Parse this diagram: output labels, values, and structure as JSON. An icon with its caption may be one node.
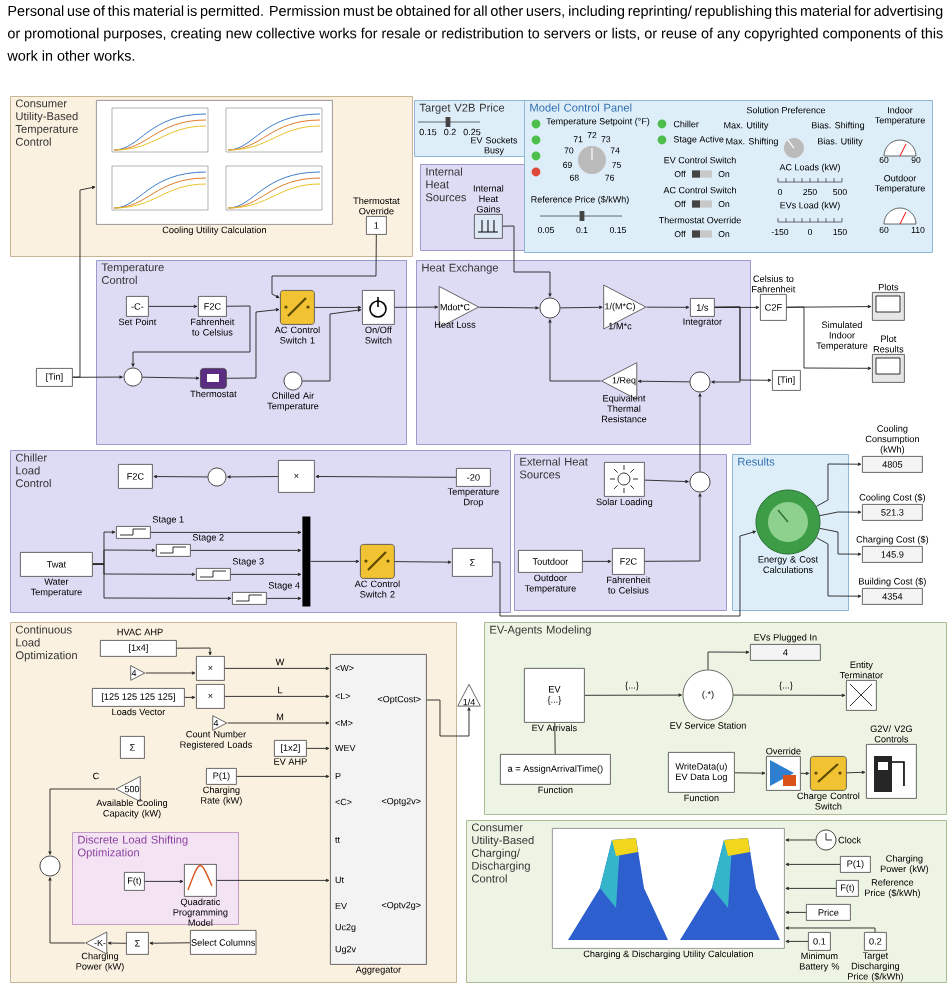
{
  "diagram": {
    "nodes": [
      {
        "text": [
          "Consumer Utility-Based Temperature Control"
        ]
      },
      {
        "text": [],
        "shape": "picture",
        "in": 0,
        "beside": [
          "Cooling Utility Calculation"
        ]
      },
      {
        "text": [
          "1"
        ],
        "in": 0,
        "beside": [
          "Thermostat Override"
        ]
      },
      {
        "text": [
          "Temperature Control"
        ]
      },
      {
        "text": [
          "-C-"
        ],
        "in": 3,
        "beside": [
          "Set Point"
        ]
      },
      {
        "text": [
          "F2C"
        ],
        "in": 3,
        "beside": [
          "Fahrenheit to Celsius"
        ]
      },
      {
        "text": [],
        "shape": "circle",
        "in": 3
      },
      {
        "text": [],
        "shape": "box",
        "in": 3,
        "beside": [
          "Thermostat"
        ]
      },
      {
        "text": [],
        "shape": "box",
        "in": 3,
        "beside": [
          "AC Control Switch 1"
        ]
      },
      {
        "text": [],
        "shape": "circle",
        "in": 3,
        "beside": [
          "Chilled Air Temperature"
        ]
      },
      {
        "text": [],
        "shape": "box",
        "in": 3,
        "beside": [
          "On/Off Switch"
        ]
      },
      {
        "text": [
          "[Tin]"
        ]
      },
      {
        "text": [
          "Internal Heat Sources"
        ]
      },
      {
        "text": [],
        "shape": "box",
        "in": 12,
        "beside": [
          "Internal Heat Gains"
        ]
      },
      {
        "text": [
          "Model Control Panel"
        ]
      },
      {
        "text": [
          "Heat Exchange"
        ]
      },
      {
        "text": [
          "Mdot*C"
        ],
        "in": 15,
        "beside": [
          "Heat Loss"
        ]
      },
      {
        "text": [],
        "shape": "circle",
        "in": 15
      },
      {
        "text": [
          "1/(M*C)"
        ],
        "in": 15,
        "beside": [
          "1/M*c"
        ]
      },
      {
        "text": [
          "1/s"
        ],
        "in": 15,
        "beside": [
          "Integrator"
        ]
      },
      {
        "text": [
          "1/Req"
        ],
        "in": 15,
        "beside": [
          "Equivalent Thermal Resistance"
        ]
      },
      {
        "text": [],
        "shape": "circle",
        "in": 15
      },
      {
        "text": [
          "C2F"
        ],
        "beside": [
          "Celsius to Fahrenheit"
        ]
      },
      {
        "text": [
          "[Tin]"
        ]
      },
      {
        "text": [],
        "shape": "box",
        "beside": [
          "Plots"
        ]
      },
      {
        "text": [],
        "shape": "box",
        "beside": [
          "Plot Results"
        ]
      },
      {
        "text": [
          "4805"
        ],
        "beside": [
          "Cooling Consumption (kWh)"
        ]
      },
      {
        "text": [
          "Chiller Load Control"
        ]
      },
      {
        "text": [
          "F2C"
        ],
        "in": 27
      },
      {
        "text": [],
        "shape": "circle",
        "in": 27
      },
      {
        "text": [
          "×"
        ],
        "in": 27
      },
      {
        "text": [
          "-20"
        ],
        "in": 27,
        "beside": [
          "Temperature Drop"
        ]
      },
      {
        "text": [
          "Twat"
        ],
        "in": 27,
        "beside": [
          "Water Temperature"
        ]
      },
      {
        "text": [],
        "shape": "box",
        "in": 27,
        "beside": [
          "Stage 1"
        ]
      },
      {
        "text": [],
        "shape": "box",
        "in": 27,
        "beside": [
          "Stage 2"
        ]
      },
      {
        "text": [],
        "shape": "box",
        "in": 27,
        "beside": [
          "Stage 3"
        ]
      },
      {
        "text": [],
        "shape": "box",
        "in": 27,
        "beside": [
          "Stage 4"
        ]
      },
      {
        "text": [],
        "shape": "bar",
        "in": 27
      },
      {
        "text": [],
        "shape": "box",
        "in": 27,
        "beside": [
          "AC Control Switch 2"
        ]
      },
      {
        "text": [
          "Σ"
        ],
        "in": 27
      },
      {
        "text": [
          "External Heat Sources"
        ]
      },
      {
        "text": [],
        "shape": "box",
        "in": 40,
        "beside": [
          "Solar Loading"
        ]
      },
      {
        "text": [
          "Toutdoor"
        ],
        "in": 40,
        "beside": [
          "Outdoor Temperature"
        ]
      },
      {
        "text": [
          "F2C"
        ],
        "in": 40,
        "beside": [
          "Fahrenheit to Celsius"
        ]
      },
      {
        "text": [],
        "shape": "circle",
        "in": 40
      },
      {
        "text": [
          "Results"
        ]
      },
      {
        "text": [],
        "shape": "circle",
        "in": 45,
        "beside": [
          "Energy & Cost Calculations"
        ]
      },
      {
        "text": [
          "521.3"
        ],
        "beside": [
          "Cooling Cost ($)"
        ]
      },
      {
        "text": [
          "145.9"
        ],
        "beside": [
          "Charging Cost ($)"
        ]
      },
      {
        "text": [
          "4354"
        ],
        "beside": [
          "Building Cost ($)"
        ]
      },
      {
        "text": [
          "Continuous Load Optimization"
        ]
      },
      {
        "text": [
          "[1x4]"
        ],
        "in": 50
      },
      {
        "text": [
          "4"
        ],
        "in": 50
      },
      {
        "text": [
          "×"
        ],
        "in": 50
      },
      {
        "text": [
          "×"
        ],
        "in": 50
      },
      {
        "text": [
          "[125 125 125 125]"
        ],
        "in": 50,
        "beside": [
          "Loads Vector"
        ]
      },
      {
        "text": [
          "4"
        ],
        "in": 50,
        "beside": [
          "Count Number Registered Loads"
        ]
      },
      {
        "text": [
          "[1x2]"
        ],
        "in": 50,
        "beside": [
          "EV AHP"
        ]
      },
      {
        "text": [
          "P(1)"
        ],
        "in": 50,
        "beside": [
          "Charging Rate (kW)"
        ]
      },
      {
        "text": [
          "Σ"
        ],
        "in": 50
      },
      {
        "text": [
          "500"
        ],
        "in": 50,
        "beside": [
          "Available Cooling Capacity (kW)"
        ]
      },
      {
        "text": [],
        "shape": "circle",
        "in": 50
      },
      {
        "text": [
          "Discrete Load Shifting Optimization"
        ],
        "in": 50
      },
      {
        "text": [],
        "shape": "box",
        "in": 62,
        "beside": [
          "Quadratic Programming Model"
        ]
      },
      {
        "text": [
          "F(t)"
        ],
        "in": 62
      },
      {
        "text": [
          "-K-"
        ],
        "in": 50,
        "beside": [
          "Charging Power (kW)"
        ]
      },
      {
        "text": [
          "Σ"
        ],
        "in": 50
      },
      {
        "text": [
          "Select Columns"
        ],
        "in": 50
      },
      {
        "text": [
          "<W>",
          "<L>",
          "<M>",
          "WEV",
          "P",
          "<C>",
          "tt",
          "Ut",
          "EV",
          "Uc2g",
          "Ug2v",
          "<OptCost>",
          "<Optg2v>",
          "<Optv2g>"
        ],
        "in": 50,
        "beside": [
          "Aggregator"
        ]
      },
      {
        "text": [
          "1/4"
        ]
      },
      {
        "text": [
          "EV-Agents Modeling"
        ]
      },
      {
        "text": [
          "EV",
          "{...}"
        ],
        "in": 70,
        "beside": [
          "EV Arrivals"
        ]
      },
      {
        "text": [
          "a = AssignArrivalTime()"
        ],
        "in": 70,
        "beside": [
          "Function"
        ]
      },
      {
        "text": [
          "(.*)"
        ],
        "in": 70,
        "beside": [
          "EV Service Station"
        ]
      },
      {
        "text": [
          "4"
        ],
        "in": 70,
        "beside": [
          "EVs Plugged In"
        ]
      },
      {
        "text": [],
        "shape": "box",
        "in": 70,
        "beside": [
          "Entity Terminator"
        ]
      },
      {
        "text": [
          "WriteData(u)",
          "EV Data Log"
        ],
        "in": 70,
        "beside": [
          "Function"
        ]
      },
      {
        "text": [],
        "shape": "box",
        "in": 70,
        "beside": [
          "Override"
        ]
      },
      {
        "text": [],
        "shape": "box",
        "in": 70,
        "beside": [
          "Charge Control Switch"
        ]
      },
      {
        "text": [],
        "shape": "box",
        "in": 70,
        "beside": [
          "G2V/ V2G Controls"
        ]
      },
      {
        "text": [
          "Consumer Utility-Based Charging/ Discharging Control"
        ]
      },
      {
        "text": [],
        "shape": "picture",
        "in": 80,
        "beside": [
          "Charging & Discharging Utility Calculation"
        ]
      },
      {
        "text": [],
        "shape": "circle",
        "in": 80,
        "beside": [
          "Clock"
        ]
      },
      {
        "text": [
          "P(1)"
        ],
        "in": 80,
        "beside": [
          "Charging Power (kW)"
        ]
      },
      {
        "text": [
          "F(t)"
        ],
        "in": 80,
        "beside": [
          "Reference Price ($/kWh)"
        ]
      },
      {
        "text": [
          "Price"
        ],
        "in": 80
      },
      {
        "text": [
          "0.1"
        ],
        "in": 80,
        "beside": [
          "Minimum Battery %"
        ]
      },
      {
        "text": [
          "0.2"
        ],
        "in": 80,
        "beside": [
          "Target Discharging Price ($/kWh)"
        ]
      },
      {
        "text": [
          "Target V2B Price"
        ]
      }
    ],
    "edges": [
      {
        "from": 11,
        "to": 1,
        "arrow": "to"
      },
      {
        "from": 11,
        "to": 6,
        "arrow": "to"
      },
      {
        "from": 4,
        "to": 5,
        "arrow": "to"
      },
      {
        "from": 5,
        "to": 6,
        "arrow": "to"
      },
      {
        "from": 6,
        "to": 7,
        "arrow": "to"
      },
      {
        "from": 7,
        "to": 8,
        "arrow": "to"
      },
      {
        "from": 2,
        "to": 8,
        "arrow": "to"
      },
      {
        "from": 8,
        "to": 10,
        "arrow": "to"
      },
      {
        "from": 9,
        "to": 10,
        "arrow": "to"
      },
      {
        "from": 10,
        "to": 16,
        "arrow": "to"
      },
      {
        "from": 16,
        "to": 17,
        "arrow": "to"
      },
      {
        "from": 13,
        "to": 17,
        "arrow": "to"
      },
      {
        "from": 17,
        "to": 18,
        "arrow": "to"
      },
      {
        "from": 18,
        "to": 19,
        "arrow": "to"
      },
      {
        "from": 19,
        "to": 22,
        "arrow": "to"
      },
      {
        "from": 19,
        "to": 23,
        "arrow": "to"
      },
      {
        "from": 19,
        "to": 21,
        "arrow": "to"
      },
      {
        "from": 21,
        "to": 20,
        "arrow": "to"
      },
      {
        "from": 20,
        "to": 17,
        "arrow": "to"
      },
      {
        "from": 22,
        "to": 24,
        "arrow": "to"
      },
      {
        "from": 22,
        "to": 25,
        "arrow": "to"
      },
      {
        "from": 44,
        "to": 21,
        "arrow": "to"
      },
      {
        "from": 41,
        "to": 44,
        "arrow": "to"
      },
      {
        "from": 42,
        "to": 43,
        "arrow": "to"
      },
      {
        "from": 43,
        "to": 44,
        "arrow": "to"
      },
      {
        "from": 31,
        "to": 30,
        "arrow": "to"
      },
      {
        "from": 30,
        "to": 29,
        "arrow": "to"
      },
      {
        "from": 29,
        "to": 28,
        "arrow": "to"
      },
      {
        "from": 32,
        "to": 33,
        "arrow": "to"
      },
      {
        "from": 32,
        "to": 34,
        "arrow": "to"
      },
      {
        "from": 32,
        "to": 35,
        "arrow": "to"
      },
      {
        "from": 32,
        "to": 36,
        "arrow": "to"
      },
      {
        "from": 33,
        "to": 37,
        "arrow": "to"
      },
      {
        "from": 34,
        "to": 37,
        "arrow": "to"
      },
      {
        "from": 35,
        "to": 37,
        "arrow": "to"
      },
      {
        "from": 36,
        "to": 37,
        "arrow": "to"
      },
      {
        "from": 37,
        "to": 38,
        "arrow": "to"
      },
      {
        "from": 38,
        "to": 39,
        "arrow": "to"
      },
      {
        "from": 39,
        "to": 46,
        "arrow": "to"
      },
      {
        "from": 46,
        "to": 26,
        "arrow": "to"
      },
      {
        "from": 46,
        "to": 47,
        "arrow": "to"
      },
      {
        "from": 46,
        "to": 48,
        "arrow": "to"
      },
      {
        "from": 46,
        "to": 49,
        "arrow": "to"
      },
      {
        "from": 51,
        "to": 53,
        "arrow": "to"
      },
      {
        "from": 52,
        "to": 53,
        "arrow": "to"
      },
      {
        "from": 55,
        "to": 54,
        "arrow": "to"
      },
      {
        "from": 53,
        "to": 68,
        "arrow": "to",
        "label": "W"
      },
      {
        "from": 54,
        "to": 68,
        "arrow": "to",
        "label": "L"
      },
      {
        "from": 56,
        "to": 68,
        "arrow": "to",
        "label": "M"
      },
      {
        "from": 57,
        "to": 68,
        "arrow": "to"
      },
      {
        "from": 58,
        "to": 68,
        "arrow": "to"
      },
      {
        "from": 60,
        "to": 61,
        "arrow": "to"
      },
      {
        "from": 64,
        "to": 63,
        "arrow": "to"
      },
      {
        "from": 63,
        "to": 68,
        "arrow": "to"
      },
      {
        "from": 67,
        "to": 66,
        "arrow": "to"
      },
      {
        "from": 66,
        "to": 65,
        "arrow": "to"
      },
      {
        "from": 65,
        "to": 61,
        "arrow": "to"
      },
      {
        "from": 68,
        "to": 69,
        "arrow": "to"
      },
      {
        "from": 71,
        "to": 73,
        "arrow": "to",
        "label": "{...}"
      },
      {
        "from": 73,
        "to": 75,
        "arrow": "to",
        "label": "{...}"
      },
      {
        "from": 73,
        "to": 74,
        "arrow": "to"
      },
      {
        "from": 72,
        "to": 71,
        "arrow": "none"
      },
      {
        "from": 76,
        "to": 77,
        "arrow": "to"
      },
      {
        "from": 77,
        "to": 78,
        "arrow": "to"
      },
      {
        "from": 78,
        "to": 79,
        "arrow": "to"
      },
      {
        "from": 82,
        "to": 81,
        "arrow": "to"
      },
      {
        "from": 83,
        "to": 81,
        "arrow": "to"
      },
      {
        "from": 84,
        "to": 81,
        "arrow": "to"
      },
      {
        "from": 85,
        "to": 81,
        "arrow": "to"
      },
      {
        "from": 86,
        "to": 81,
        "arrow": "to"
      },
      {
        "from": 87,
        "to": 81,
        "arrow": "to"
      }
    ],
    "labels": [
      "Personal use of this material is permitted. Permission must be obtained for all other users, including reprinting/ republishing this material for advertising or promotional purposes, creating new collective works for resale or redistribution to servers or lists, or reuse of any copyrighted components of this work in other works.",
      "EV Sockets Busy",
      "0.15",
      "0.2",
      "0.25",
      "Temperature Setpoint (°F)",
      "68",
      "69",
      "70",
      "71",
      "72",
      "73",
      "74",
      "75",
      "76",
      "Chiller",
      "Stage Active",
      "Solution Preference",
      "Max. Utility",
      "Bias. Shifting",
      "Max. Shifting",
      "Bias. Utility",
      "Indoor Temperature",
      "60",
      "90",
      "Outdoor Temperature",
      "60",
      "110",
      "EV Control Switch",
      "Off",
      "On",
      "AC Control Switch",
      "Off",
      "On",
      "Thermostat Override",
      "Off",
      "On",
      "AC Loads (kW)",
      "0",
      "250",
      "500",
      "EVs Load (kW)",
      "-150",
      "0",
      "150",
      "Reference Price ($/kWh)",
      "0.05",
      "0.1",
      "0.15",
      "Simulated Indoor Temperature",
      "HVAC AHP",
      "C"
    ]
  }
}
